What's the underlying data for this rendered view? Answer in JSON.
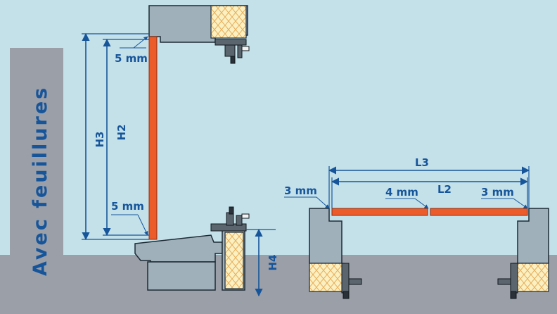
{
  "side_title": "Avec feuillures",
  "left_view": {
    "dim_total_height": "H3",
    "dim_panel_height": "H2",
    "dim_sill_height": "H4",
    "gap_top": "5 mm",
    "gap_bottom": "5 mm"
  },
  "right_view": {
    "dim_total_width": "L3",
    "dim_panel_width": "L2",
    "gap_left": "3 mm",
    "gap_middle": "4 mm",
    "gap_right": "3 mm"
  },
  "colors": {
    "background": "#c4e1ea",
    "floor": "#9b9fa8",
    "wall": "#a0b0bb",
    "panel": "#ec5b2a",
    "dimension": "#16559a"
  }
}
